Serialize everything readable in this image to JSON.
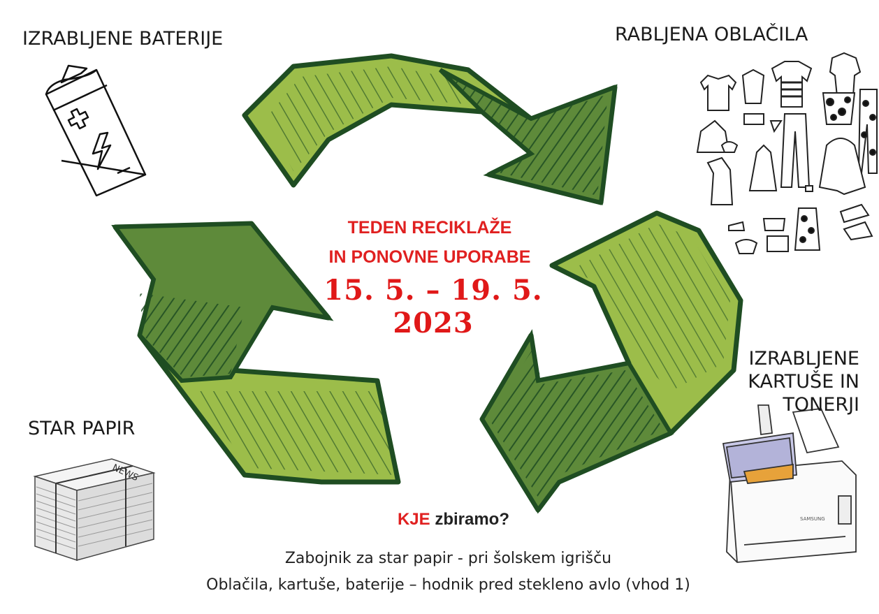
{
  "labels": {
    "batteries": "IZRABLJENE BATERIJE",
    "clothes": "RABLJENA OBLAČILA",
    "paper": "STAR PAPIR",
    "cartridges_line1": "IZRABLJENE",
    "cartridges_line2": "KARTUŠE IN",
    "cartridges_line3": "TONERJI"
  },
  "headline": {
    "line1": "TEDEN RECIKLAŽE",
    "line2": "IN PONOVNE UPORABE",
    "dates": "15. 5. – 19. 5. 2023"
  },
  "where": {
    "kje": "KJE",
    "rest": "zbiramo?"
  },
  "info": {
    "line1": "Zabojnik za star papir - pri šolskem igrišču",
    "line2": "Oblačila, kartuše, baterije – hodnik pred stekleno avlo (vhod 1)"
  },
  "news_label": "NEWS",
  "printer_brand": "SAMSUNG",
  "colors": {
    "headline_red": "#e02020",
    "arrow_light_green": "#9cbd4a",
    "arrow_dark_green": "#5e8a3a",
    "arrow_outline": "#1f4d22"
  }
}
